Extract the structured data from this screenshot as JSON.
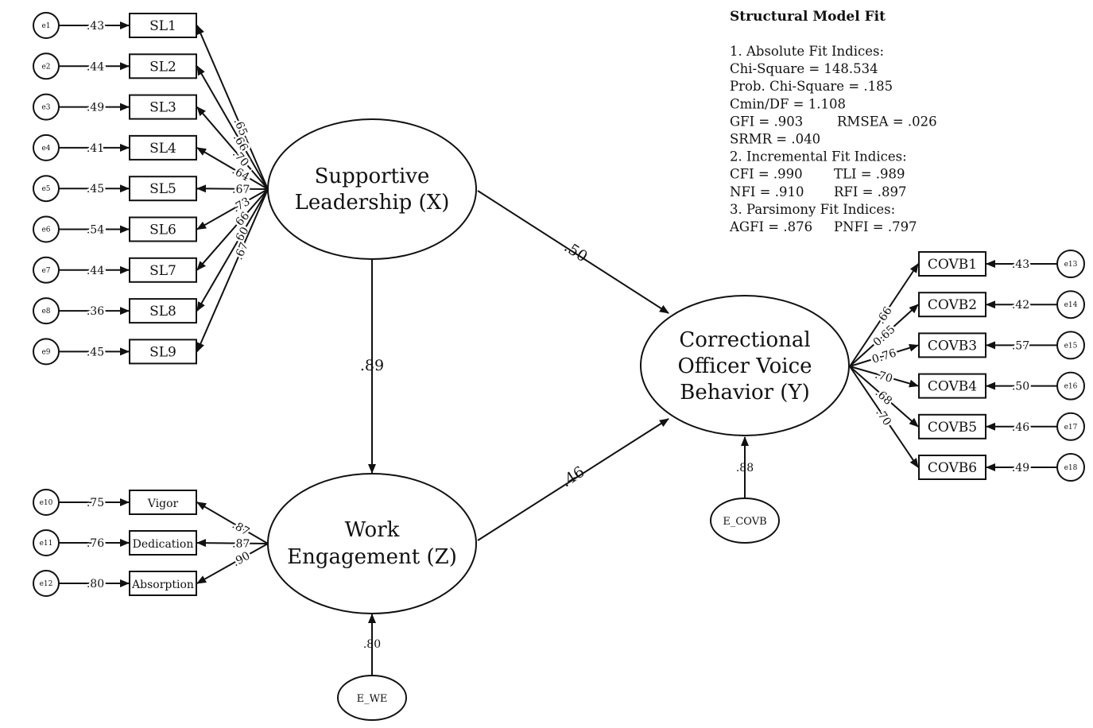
{
  "fit": {
    "title": "Structural Model Fit",
    "lines": [
      [
        "1. Absolute Fit Indices:"
      ],
      [
        "Chi-Square = 148.534"
      ],
      [
        "Prob. Chi-Square = .185"
      ],
      [
        "Cmin/DF = 1.108"
      ],
      [
        "GFI = .903",
        "RMSEA = .026"
      ],
      [
        "SRMR = .040"
      ],
      [
        "2. Incremental Fit Indices:"
      ],
      [
        "CFI = .990",
        "TLI = .989"
      ],
      [
        "NFI = .910",
        "RFI = .897"
      ],
      [
        "3. Parsimony Fit Indices:"
      ],
      [
        "AGFI = .876",
        "PNFI = .797"
      ]
    ]
  },
  "latents": {
    "sl": [
      "Supportive",
      "Leadership (X)"
    ],
    "we": [
      "Work",
      "Engagement (Z)"
    ],
    "covb": [
      "Correctional",
      "Officer Voice",
      "Behavior (Y)"
    ]
  },
  "sl_indicators": [
    {
      "label": "SL1",
      "error": "e1",
      "error_coef": ".43",
      "loading": ".65"
    },
    {
      "label": "SL2",
      "error": "e2",
      "error_coef": ".44",
      "loading": ".66"
    },
    {
      "label": "SL3",
      "error": "e3",
      "error_coef": ".49",
      "loading": ".70"
    },
    {
      "label": "SL4",
      "error": "e4",
      "error_coef": ".41",
      "loading": ".64"
    },
    {
      "label": "SL5",
      "error": "e5",
      "error_coef": ".45",
      "loading": ".67"
    },
    {
      "label": "SL6",
      "error": "e6",
      "error_coef": ".54",
      "loading": ".73"
    },
    {
      "label": "SL7",
      "error": "e7",
      "error_coef": ".44",
      "loading": ".66"
    },
    {
      "label": "SL8",
      "error": "e8",
      "error_coef": ".36",
      "loading": ".60"
    },
    {
      "label": "SL9",
      "error": "e9",
      "error_coef": ".45",
      "loading": ".67"
    }
  ],
  "we_indicators": [
    {
      "label": "Vigor",
      "error": "e10",
      "error_coef": ".75",
      "loading": ".87"
    },
    {
      "label": "Dedication",
      "error": "e11",
      "error_coef": ".76",
      "loading": ".87"
    },
    {
      "label": "Absorption",
      "error": "e12",
      "error_coef": ".80",
      "loading": ".90"
    }
  ],
  "covb_indicators": [
    {
      "label": "COVB1",
      "error": "e13",
      "error_coef": ".43",
      "loading": ".66"
    },
    {
      "label": "COVB2",
      "error": "e14",
      "error_coef": ".42",
      "loading": "0.65"
    },
    {
      "label": "COVB3",
      "error": "e15",
      "error_coef": ".57",
      "loading": "0.76"
    },
    {
      "label": "COVB4",
      "error": "e16",
      "error_coef": ".50",
      "loading": ".70"
    },
    {
      "label": "COVB5",
      "error": "e17",
      "error_coef": ".46",
      "loading": ".68"
    },
    {
      "label": "COVB6",
      "error": "e18",
      "error_coef": ".49",
      "loading": ".70"
    }
  ],
  "paths": {
    "sl_to_we": ".89",
    "sl_to_covb": ".50",
    "we_to_covb": ".46"
  },
  "disturbances": {
    "we": {
      "label": "E_WE",
      "coef": ".80"
    },
    "covb": {
      "label": "E_COVB",
      "coef": ".88"
    }
  }
}
